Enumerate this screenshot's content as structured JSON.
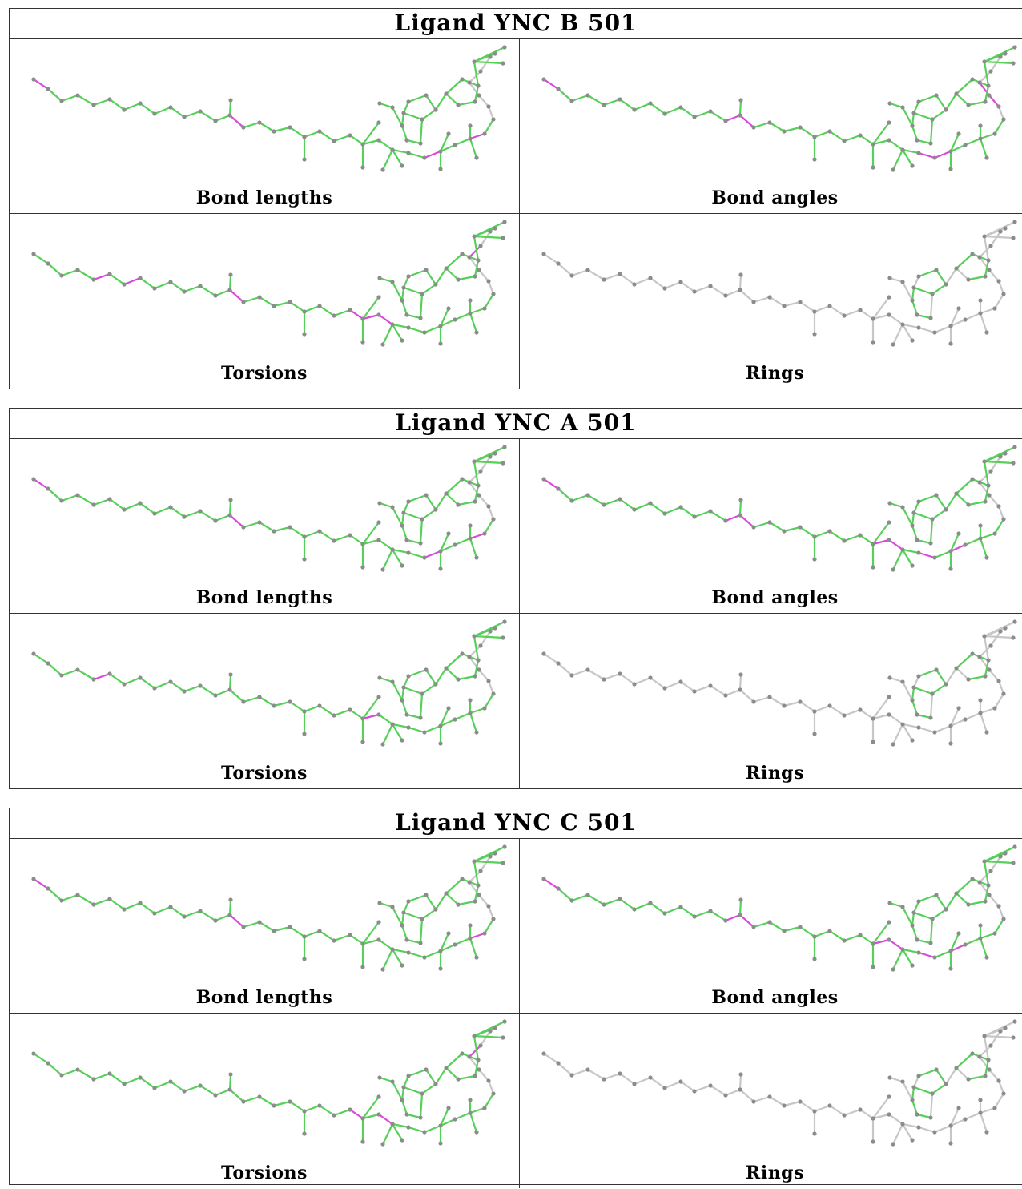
{
  "colors": {
    "green": "#57d05a",
    "magenta": "#d84bd8",
    "gray": "#c7c7c7",
    "atom": "#8c8c8c"
  },
  "tables": [
    {
      "title": "Ligand YNC B 501",
      "panels": [
        {
          "caption": "Bond lengths",
          "highlight": [
            [
              0,
              1
            ],
            [
              13,
              14
            ],
            [
              26,
              27
            ],
            [
              29,
              30
            ]
          ]
        },
        {
          "caption": "Bond angles",
          "highlight": [
            [
              0,
              1
            ],
            [
              12,
              13
            ],
            [
              13,
              14
            ],
            [
              25,
              26
            ],
            [
              26,
              27
            ],
            [
              32,
              33
            ],
            [
              33,
              34
            ]
          ]
        },
        {
          "caption": "Torsions",
          "highlight": [
            [
              4,
              5
            ],
            [
              6,
              7
            ],
            [
              13,
              14
            ],
            [
              21,
              22
            ],
            [
              22,
              23
            ],
            [
              23,
              24
            ],
            [
              34,
              35
            ]
          ]
        },
        {
          "caption": "Rings",
          "mode": "rings"
        }
      ]
    },
    {
      "title": "Ligand YNC A 501",
      "panels": [
        {
          "caption": "Bond lengths",
          "highlight": [
            [
              0,
              1
            ],
            [
              13,
              14
            ],
            [
              26,
              27
            ],
            [
              29,
              30
            ]
          ]
        },
        {
          "caption": "Bond angles",
          "highlight": [
            [
              0,
              1
            ],
            [
              12,
              13
            ],
            [
              13,
              14
            ],
            [
              25,
              26
            ],
            [
              27,
              28
            ],
            [
              22,
              23
            ],
            [
              23,
              24
            ]
          ]
        },
        {
          "caption": "Torsions",
          "highlight": [
            [
              4,
              5
            ],
            [
              22,
              23
            ]
          ]
        },
        {
          "caption": "Rings",
          "mode": "rings"
        }
      ]
    },
    {
      "title": "Ligand YNC C 501",
      "panels": [
        {
          "caption": "Bond lengths",
          "highlight": [
            [
              0,
              1
            ],
            [
              13,
              14
            ],
            [
              29,
              30
            ]
          ]
        },
        {
          "caption": "Bond angles",
          "highlight": [
            [
              0,
              1
            ],
            [
              12,
              13
            ],
            [
              13,
              14
            ],
            [
              25,
              26
            ],
            [
              27,
              28
            ],
            [
              22,
              23
            ],
            [
              23,
              24
            ]
          ]
        },
        {
          "caption": "Torsions",
          "highlight": [
            [
              21,
              22
            ],
            [
              23,
              24
            ],
            [
              34,
              35
            ]
          ]
        },
        {
          "caption": "Rings",
          "mode": "rings"
        }
      ]
    }
  ]
}
